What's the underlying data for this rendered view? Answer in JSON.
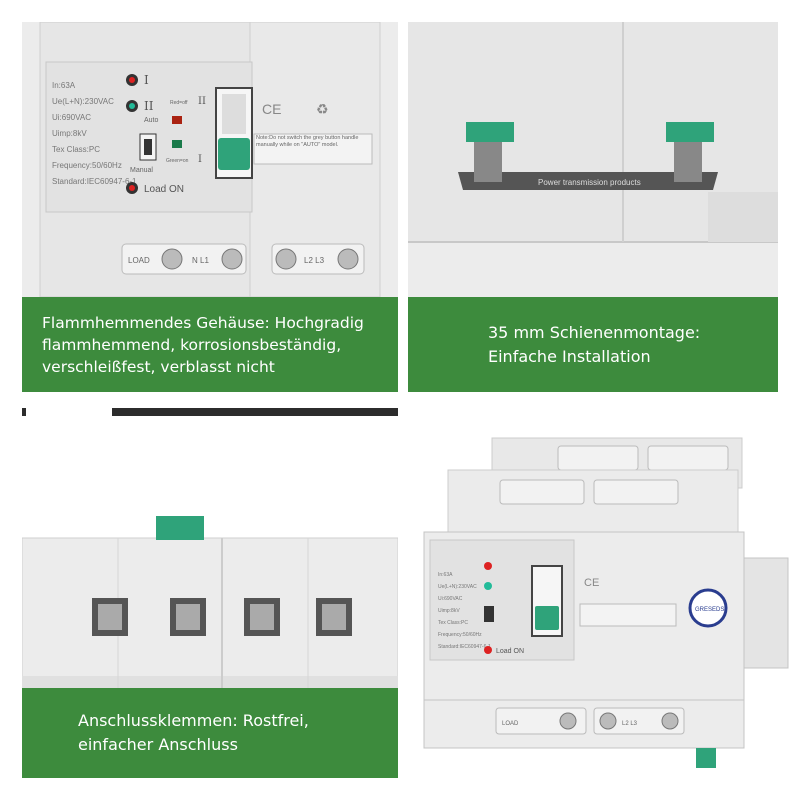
{
  "panels": {
    "top_left": {
      "caption": "Flammhemmendes Gehäuse: Hochgradig\nflammhemmend, korrosionsbeständig,\nverschleißfest, verblasst nicht"
    },
    "top_right": {
      "caption": "35 mm Schienenmontage:\nEinfache Installation",
      "rail_text": "Power transmission products"
    },
    "bottom_left": {
      "caption": "Anschlussklemmen: Rostfrei,\neinfacher Anschluss"
    }
  },
  "device": {
    "specs": [
      "In:63A",
      "Ue(L+N):230VAC",
      "Ui:690VAC",
      "Uimp:8kV",
      "Tex Class:PC",
      "Frequency:50/60Hz",
      "Standard:IEC60947-6-1"
    ],
    "indicator_1": "I",
    "indicator_2": "II",
    "auto_label": "Auto",
    "manual_label": "Manual",
    "load_on": "Load ON",
    "red_off": "Red=off",
    "green_on": "Green=on",
    "switch_top": "II",
    "switch_bottom": "I",
    "note": "Note:Do not switch the grey button handle manually while on \"AUTO\" model.",
    "ce_mark": "CE",
    "terminal_load": "LOAD",
    "terminal_nl1": "N L1",
    "terminal_l2l3": "L2 L3",
    "badge_text": "GRESEDS"
  },
  "colors": {
    "caption_green": "#3d8b3d",
    "device_green": "#2fa37a",
    "housing": "#ececec"
  }
}
